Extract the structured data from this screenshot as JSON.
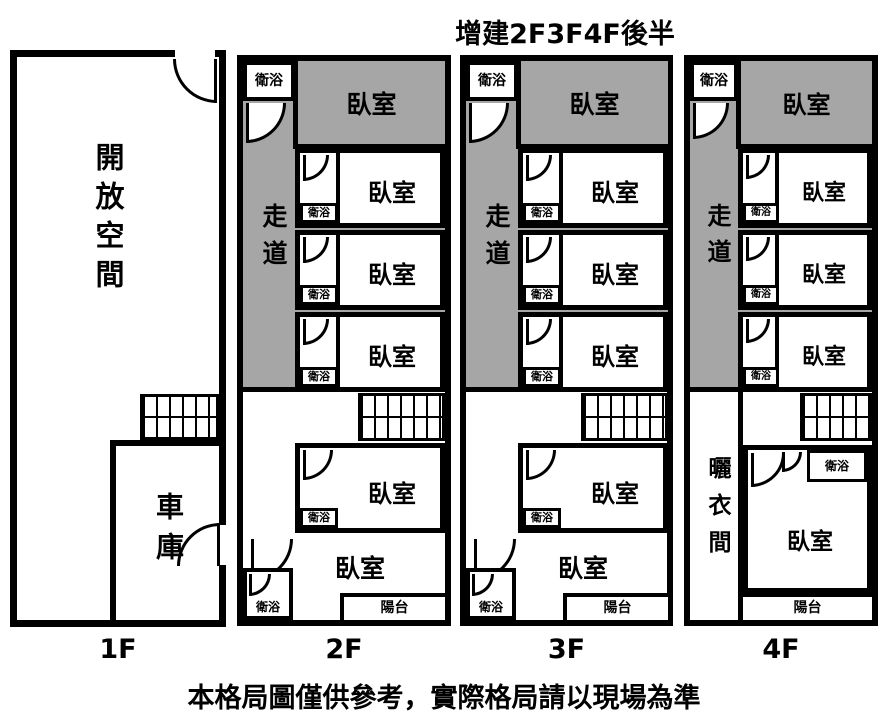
{
  "title": "增建2F3F4F後半",
  "footer": "本格局圖僅供參考，實際格局請以現場為準",
  "floors": {
    "f1": {
      "label": "1F"
    },
    "f2": {
      "label": "2F"
    },
    "f3": {
      "label": "3F"
    },
    "f4": {
      "label": "4F"
    }
  },
  "rooms": {
    "open_space": "開放空間",
    "garage": "車庫",
    "bedroom": "臥室",
    "bathroom": "衛浴",
    "corridor": "走道",
    "balcony": "陽台",
    "drying_room": "曬衣間"
  },
  "colors": {
    "addition_fill": "#a6a6a6",
    "wall": "#000000",
    "background": "#ffffff"
  }
}
